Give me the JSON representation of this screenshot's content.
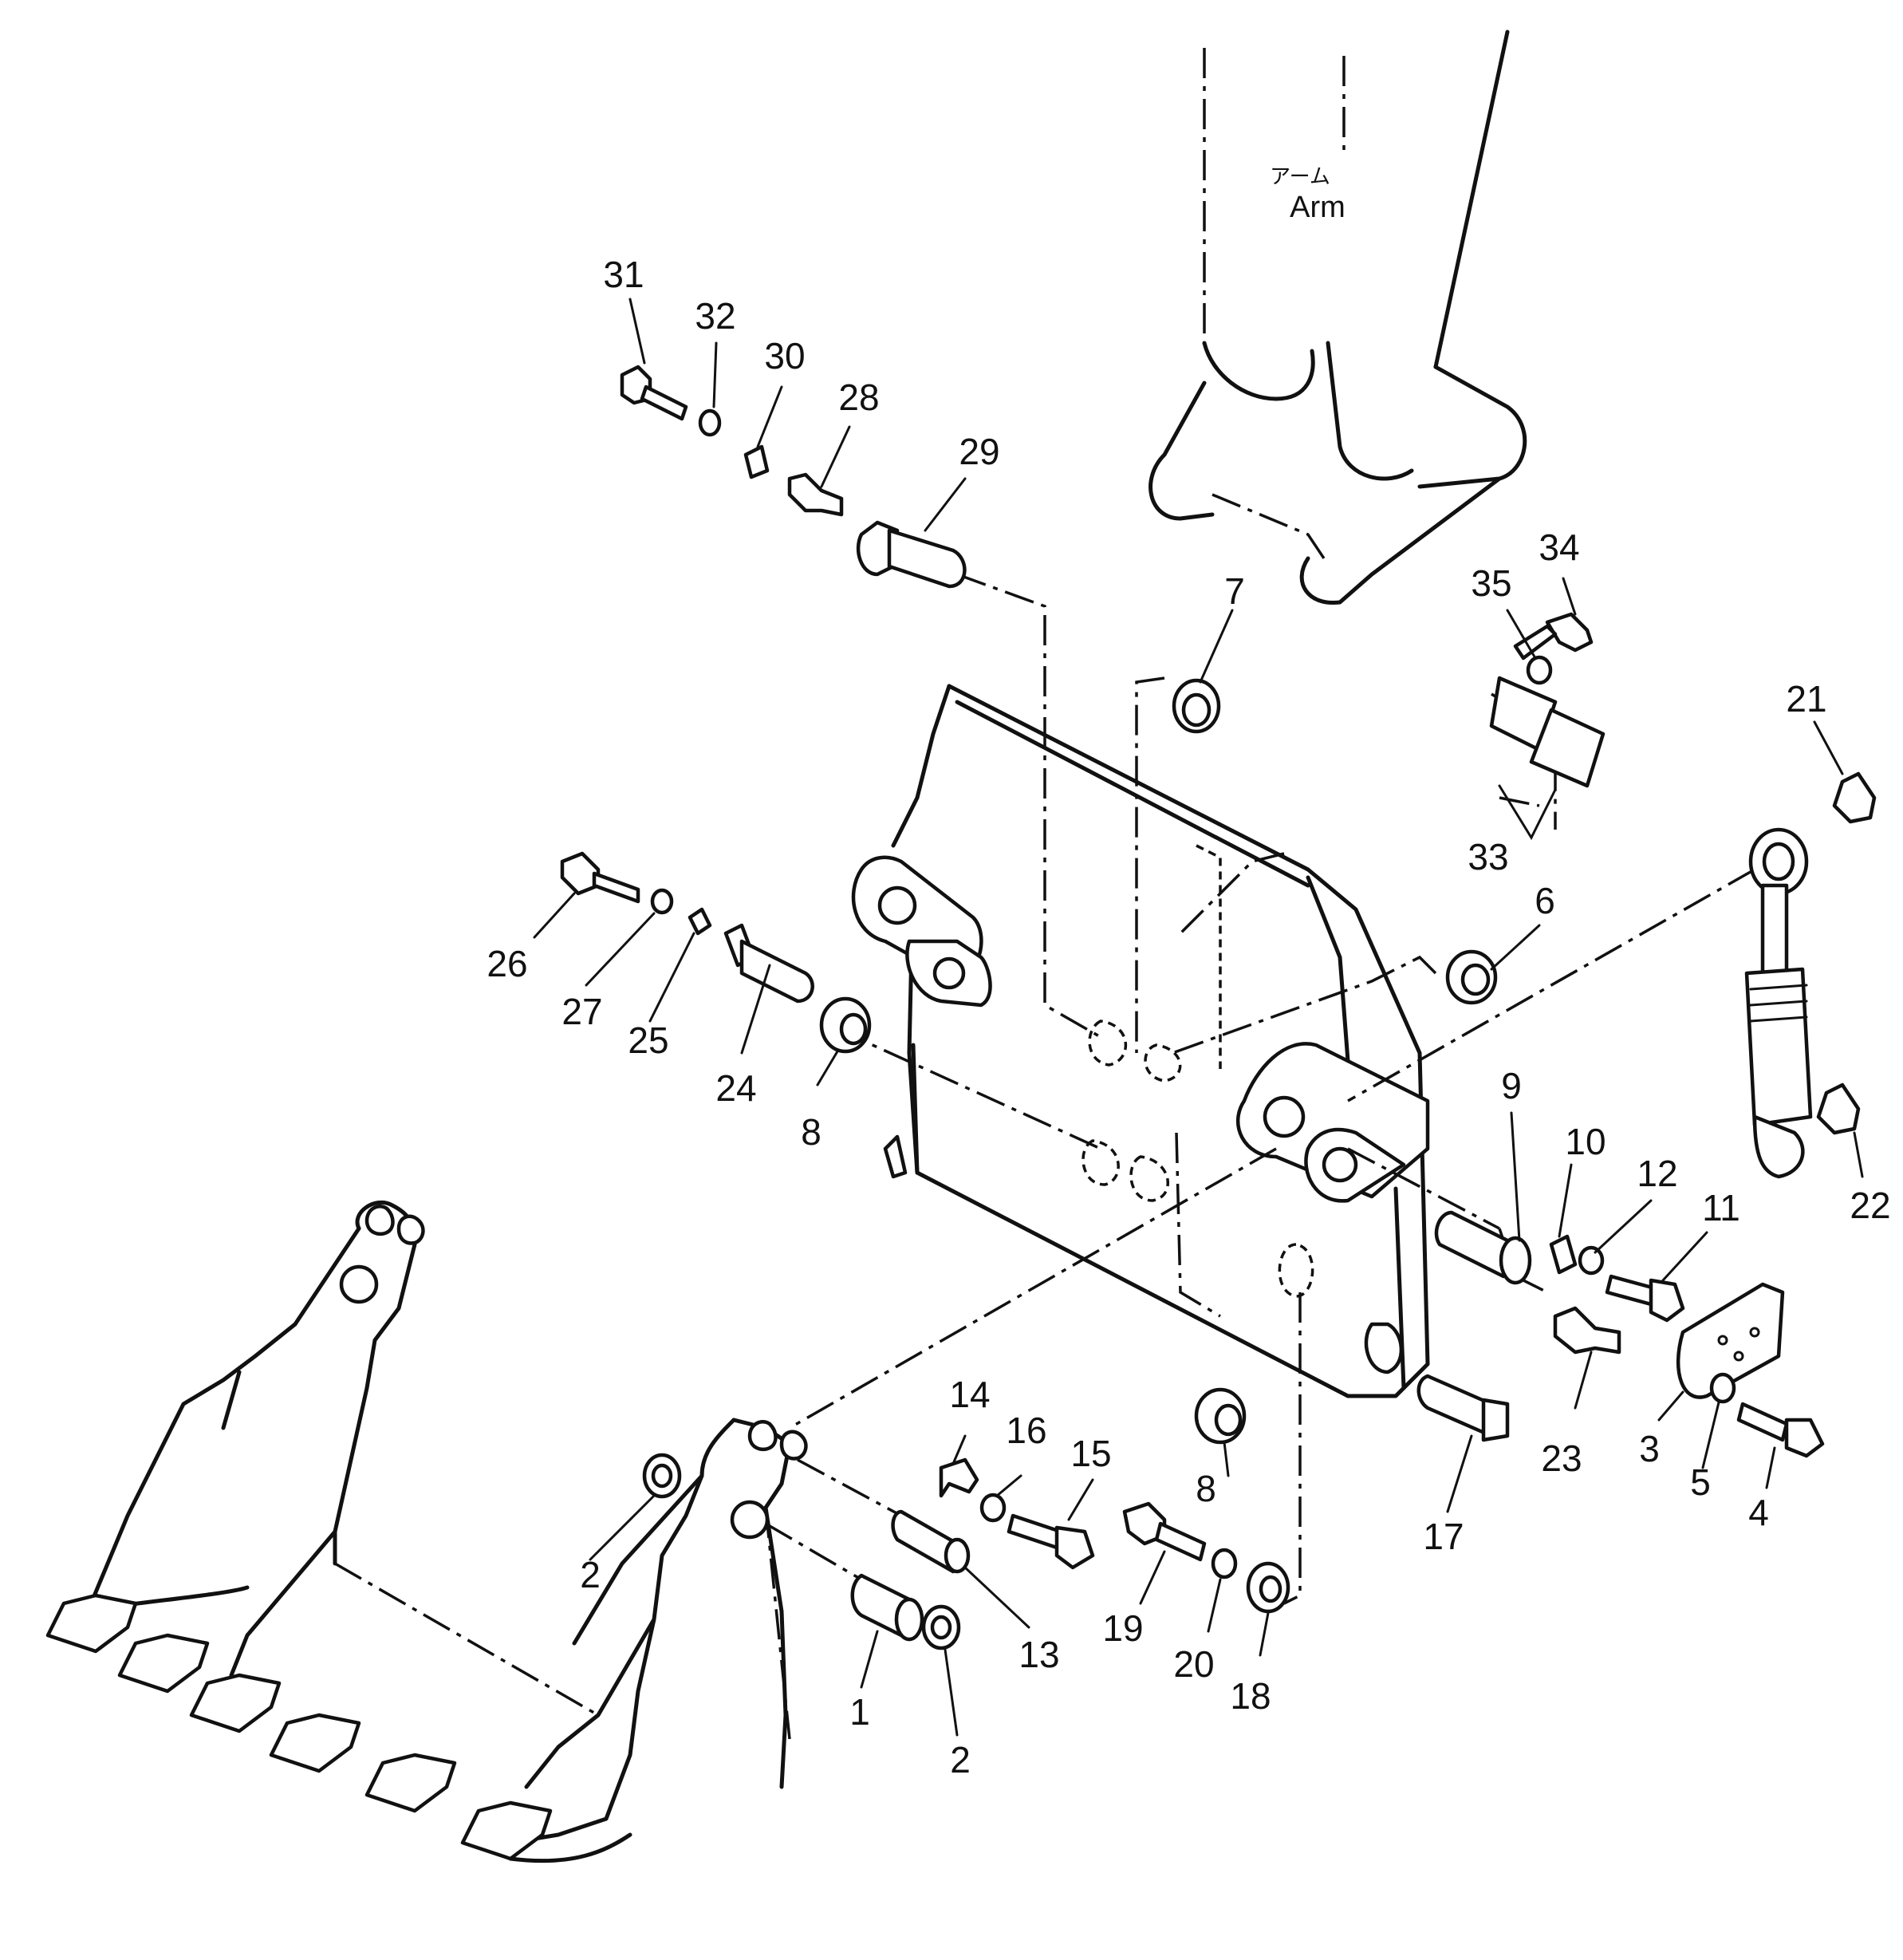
{
  "arm": {
    "label_jp": "アーム",
    "label_en": "Arm"
  },
  "callouts": [
    {
      "id": "c31",
      "text": "31"
    },
    {
      "id": "c32",
      "text": "32"
    },
    {
      "id": "c30",
      "text": "30"
    },
    {
      "id": "c28",
      "text": "28"
    },
    {
      "id": "c29",
      "text": "29"
    },
    {
      "id": "c7",
      "text": "7"
    },
    {
      "id": "c34",
      "text": "34"
    },
    {
      "id": "c35",
      "text": "35"
    },
    {
      "id": "c33",
      "text": "33"
    },
    {
      "id": "c21",
      "text": "21"
    },
    {
      "id": "c6",
      "text": "6"
    },
    {
      "id": "c26",
      "text": "26"
    },
    {
      "id": "c27",
      "text": "27"
    },
    {
      "id": "c25",
      "text": "25"
    },
    {
      "id": "c24",
      "text": "24"
    },
    {
      "id": "c8a",
      "text": "8"
    },
    {
      "id": "c9",
      "text": "9"
    },
    {
      "id": "c10",
      "text": "10"
    },
    {
      "id": "c12",
      "text": "12"
    },
    {
      "id": "c11",
      "text": "11"
    },
    {
      "id": "c22",
      "text": "22"
    },
    {
      "id": "c14",
      "text": "14"
    },
    {
      "id": "c16",
      "text": "16"
    },
    {
      "id": "c15",
      "text": "15"
    },
    {
      "id": "c8b",
      "text": "8"
    },
    {
      "id": "c17",
      "text": "17"
    },
    {
      "id": "c23",
      "text": "23"
    },
    {
      "id": "c3",
      "text": "3"
    },
    {
      "id": "c5",
      "text": "5"
    },
    {
      "id": "c4",
      "text": "4"
    },
    {
      "id": "c2a",
      "text": "2"
    },
    {
      "id": "c13",
      "text": "13"
    },
    {
      "id": "c1",
      "text": "1"
    },
    {
      "id": "c2b",
      "text": "2"
    },
    {
      "id": "c19",
      "text": "19"
    },
    {
      "id": "c20",
      "text": "20"
    },
    {
      "id": "c18",
      "text": "18"
    }
  ]
}
